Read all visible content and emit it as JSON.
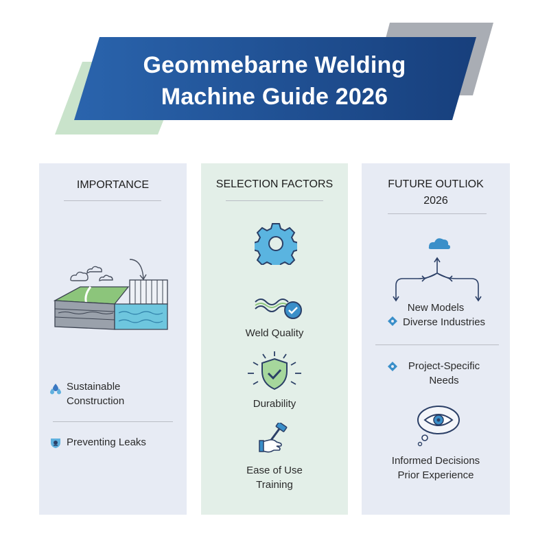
{
  "banner": {
    "title_line1": "Geommebarne Welding",
    "title_line2": "Machine Guide 2026",
    "colors": {
      "navy": "#1f4f93",
      "green": "#c9e3cb",
      "gray": "#a9adb4"
    }
  },
  "columns": {
    "importance": {
      "heading": "IMPORTANCE",
      "items": [
        {
          "icon": "water-drops-icon",
          "line1": "Sustainable",
          "line2": "Construction"
        },
        {
          "icon": "leak-shield-icon",
          "line1": "Preventing Leaks"
        }
      ]
    },
    "selection": {
      "heading": "SELECTION FACTORS",
      "items": [
        {
          "icon": "wave-check-icon",
          "label": "Weld Quality"
        },
        {
          "icon": "shield-check-icon",
          "label": "Durability"
        },
        {
          "icon": "hand-hammer-icon",
          "line1": "Ease of Use",
          "line2": "Training"
        }
      ]
    },
    "future": {
      "heading_line1": "FUTURE OUTLIOK",
      "heading_line2": "2026",
      "items": [
        {
          "line1": "New Models",
          "line2": "Diverse Industries"
        },
        {
          "line1": "Project-Specific",
          "line2": "Needs"
        },
        {
          "icon": "eye-thought-icon",
          "line1": "Informed Decisions",
          "line2": "Prior Experience"
        }
      ]
    }
  }
}
